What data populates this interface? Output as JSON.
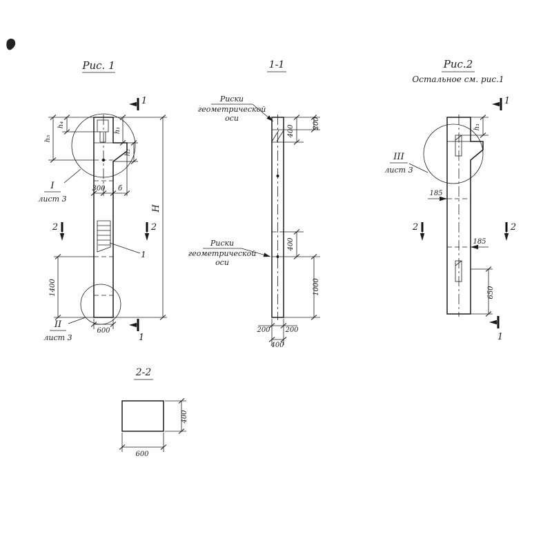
{
  "fig1": {
    "title": "Рис. 1",
    "section_top": "1",
    "section_bottom": "1",
    "section_left": "2",
    "section_right": "2",
    "dim_h4": "h₄",
    "dim_h5": "h₅",
    "dim_h1": "h₁",
    "dim_h2": "h₂",
    "dim_300": "300",
    "dim_b": "б",
    "dim_H": "H",
    "dim_1400": "1400",
    "dim_600": "600",
    "leader_1": "1",
    "detail_I": "I",
    "detail_I_sheet": "лист 3",
    "detail_II": "II",
    "detail_II_sheet": "лист 3"
  },
  "section11": {
    "title": "1-1",
    "riski": [
      "Риски",
      "геометрической",
      "оси"
    ],
    "dim_200_top": "200",
    "dim_400_top": "400",
    "dim_400_mid": "400",
    "dim_1000": "1000",
    "dim_200_left": "200",
    "dim_200_right": "200",
    "dim_400_bottom": "400"
  },
  "fig2": {
    "title": "Рис.2",
    "note": "Остальное см. рис.1",
    "section_top": "1",
    "section_bottom": "1",
    "section_left": "2",
    "section_right": "2",
    "detail_III": "III",
    "detail_III_sheet": "лист 3",
    "dim_h1": "h₁",
    "dim_185_upper": "185",
    "dim_185_lower": "185",
    "dim_650": "650"
  },
  "section22": {
    "title": "2-2",
    "dim_400": "400",
    "dim_600": "600"
  }
}
